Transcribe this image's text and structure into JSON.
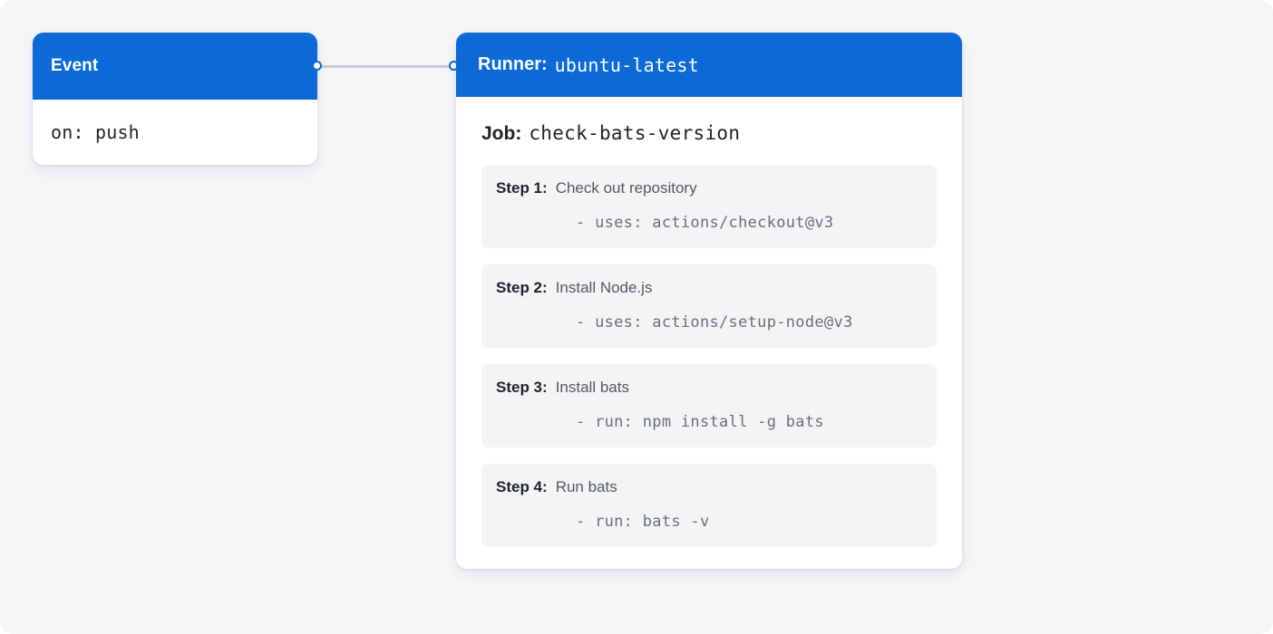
{
  "theme": {
    "canvas_background": "#f5f6f8",
    "accent": "#0b69d8",
    "card_background": "#ffffff",
    "step_background": "#f3f4f5",
    "connector": "#c8cacd"
  },
  "event_node": {
    "title": "Event",
    "trigger": "on: push"
  },
  "runner_node": {
    "runner_label": "Runner:",
    "runner_value": "ubuntu-latest",
    "job_label": "Job:",
    "job_value": "check-bats-version",
    "steps": [
      {
        "label": "Step 1:",
        "name": "Check out repository",
        "command": "- uses: actions/checkout@v3"
      },
      {
        "label": "Step 2:",
        "name": "Install Node.js",
        "command": "- uses: actions/setup-node@v3"
      },
      {
        "label": "Step 3:",
        "name": "Install bats",
        "command": "- run: npm install -g bats"
      },
      {
        "label": "Step 4:",
        "name": "Run bats",
        "command": "- run: bats -v"
      }
    ]
  },
  "connector": {
    "source_port": "event-output-port",
    "target_port": "runner-input-port"
  }
}
